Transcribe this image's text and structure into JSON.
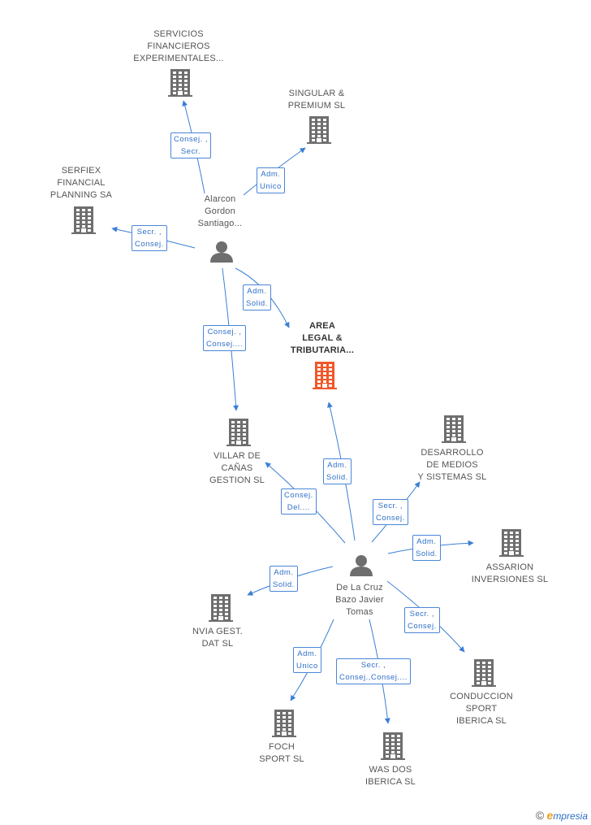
{
  "colors": {
    "edge": "#3a7fd5",
    "building": "#6e6e6e",
    "main_building": "#f0582a",
    "person": "#6e6e6e"
  },
  "nodes": [
    {
      "id": "servicios",
      "type": "company",
      "label": "SERVICIOS\nFINANCIEROS\nEXPERIMENTALES..."
    },
    {
      "id": "singular",
      "type": "company",
      "label": "SINGULAR &\nPREMIUM SL"
    },
    {
      "id": "serfiex",
      "type": "company",
      "label": "SERFIEX\nFINANCIAL\nPLANNING SA"
    },
    {
      "id": "alarcon",
      "type": "person",
      "label": "Alarcon\nGordon\nSantiago..."
    },
    {
      "id": "area",
      "type": "company",
      "main": true,
      "label": "AREA\nLEGAL &\nTRIBUTARIA..."
    },
    {
      "id": "villar",
      "type": "company",
      "label": "VILLAR DE\nCAÑAS\nGESTION SL"
    },
    {
      "id": "desarrollo",
      "type": "company",
      "label": "DESARROLLO\nDE MEDIOS\nY SISTEMAS SL"
    },
    {
      "id": "assarion",
      "type": "company",
      "label": "ASSARION\nINVERSIONES SL"
    },
    {
      "id": "delacruz",
      "type": "person",
      "label": "De La Cruz\nBazo Javier\nTomas"
    },
    {
      "id": "nvia",
      "type": "company",
      "label": "NVIA GEST.\nDAT SL"
    },
    {
      "id": "conduccion",
      "type": "company",
      "label": "CONDUCCION\nSPORT\nIBERICA SL"
    },
    {
      "id": "foch",
      "type": "company",
      "label": "FOCH\nSPORT SL"
    },
    {
      "id": "wasdos",
      "type": "company",
      "label": "WAS DOS\nIBERICA SL"
    }
  ],
  "edges": [
    {
      "from": "alarcon",
      "to": "servicios",
      "label": "Consej. ,\nSecr."
    },
    {
      "from": "alarcon",
      "to": "singular",
      "label": "Adm.\nUnico"
    },
    {
      "from": "alarcon",
      "to": "serfiex",
      "label": "Secr. ,\nConsej."
    },
    {
      "from": "alarcon",
      "to": "area",
      "label": "Adm.\nSolid."
    },
    {
      "from": "alarcon",
      "to": "villar",
      "label": "Consej. ,\nConsej...."
    },
    {
      "from": "delacruz",
      "to": "area",
      "label": "Adm.\nSolid."
    },
    {
      "from": "delacruz",
      "to": "villar",
      "label": "Consej.\nDel...."
    },
    {
      "from": "delacruz",
      "to": "desarrollo",
      "label": "Secr. ,\nConsej."
    },
    {
      "from": "delacruz",
      "to": "assarion",
      "label": "Adm.\nSolid."
    },
    {
      "from": "delacruz",
      "to": "nvia",
      "label": "Adm.\nSolid."
    },
    {
      "from": "delacruz",
      "to": "conduccion",
      "label": "Secr. ,\nConsej."
    },
    {
      "from": "delacruz",
      "to": "foch",
      "label": "Adm.\nUnico"
    },
    {
      "from": "delacruz",
      "to": "wasdos",
      "label": "Secr. ,\nConsej.,Consej...."
    }
  ],
  "brand": {
    "copyright": "©",
    "name": "mpresia",
    "initial": "e"
  }
}
